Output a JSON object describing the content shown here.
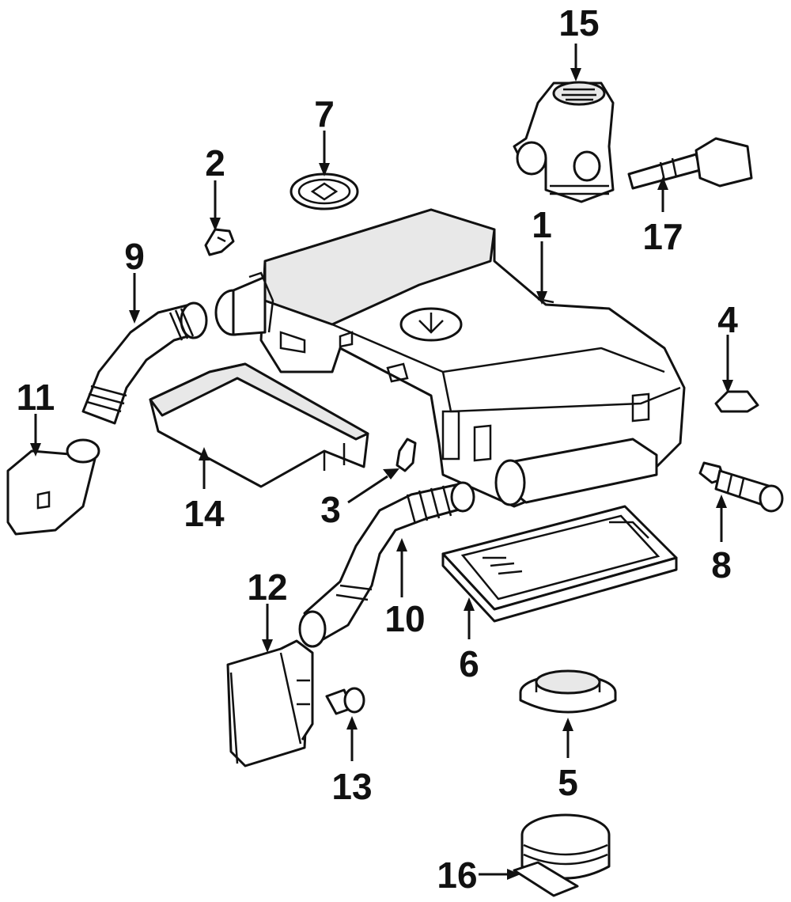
{
  "callouts": {
    "p1": "1",
    "p2": "2",
    "p3": "3",
    "p4": "4",
    "p5": "5",
    "p6": "6",
    "p7": "7",
    "p8": "8",
    "p9": "9",
    "p10": "10",
    "p11": "11",
    "p12": "12",
    "p13": "13",
    "p14": "14",
    "p15": "15",
    "p16": "16",
    "p17": "17"
  }
}
